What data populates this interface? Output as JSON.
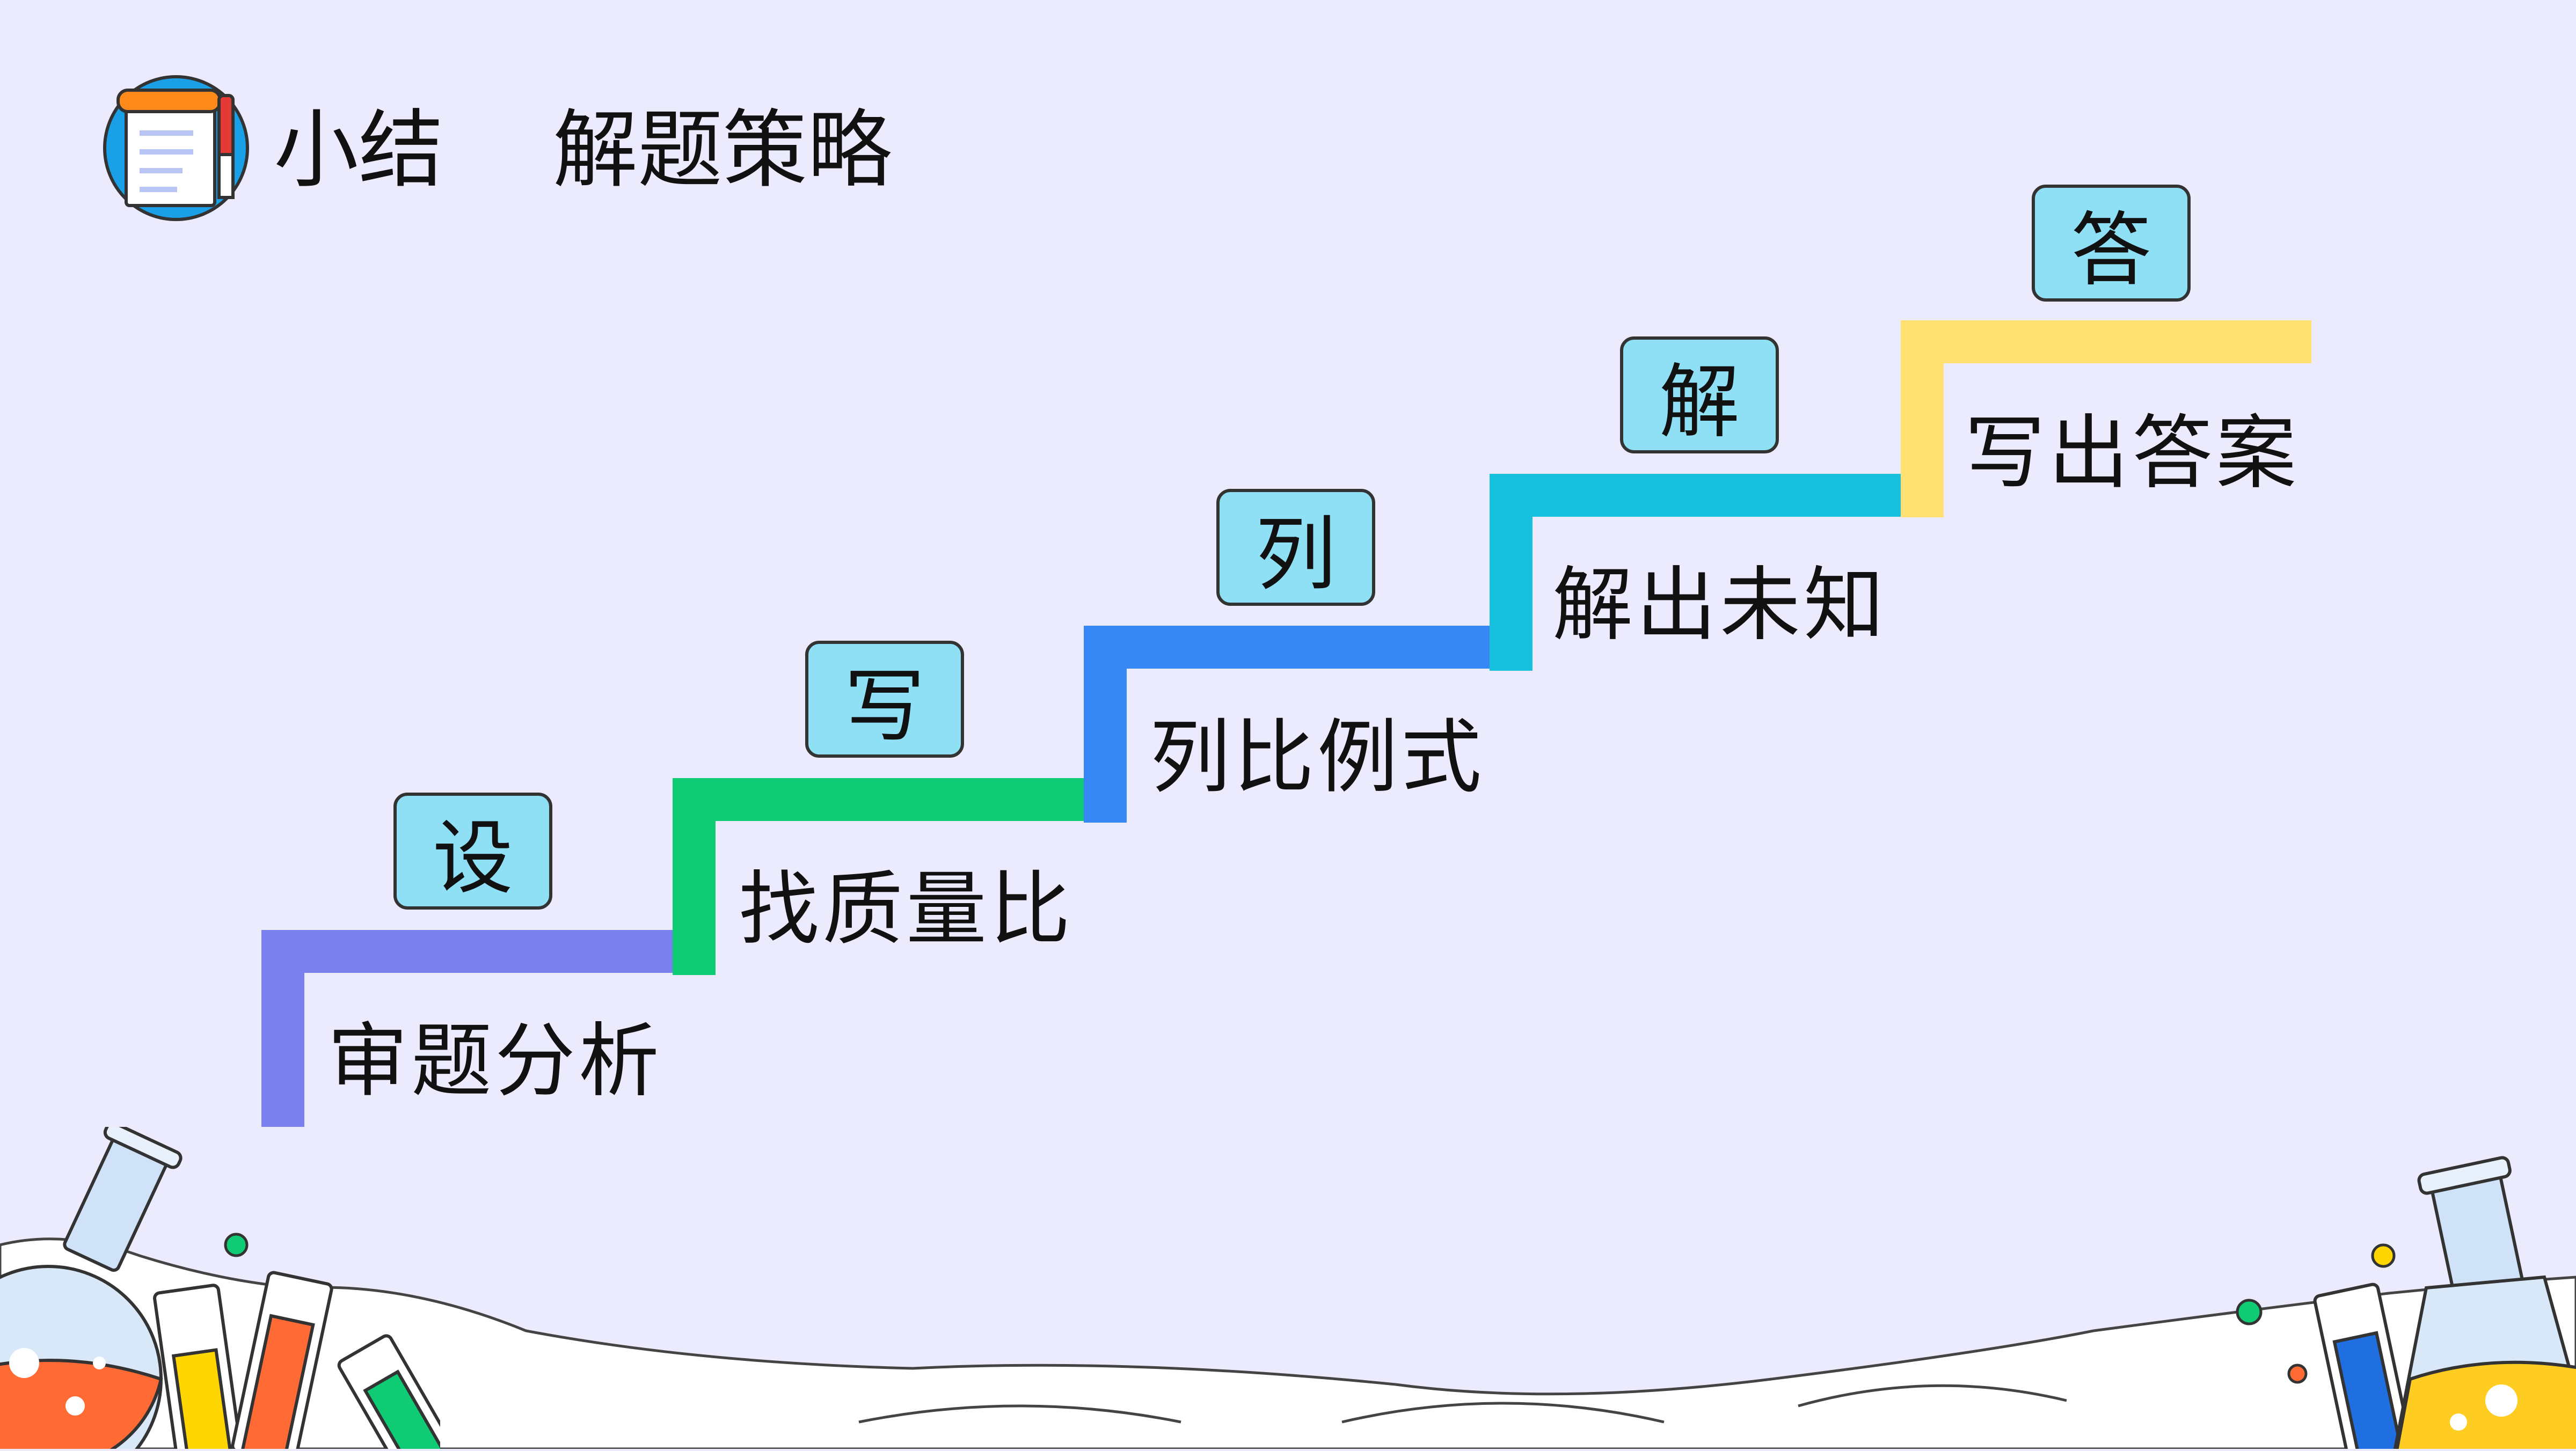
{
  "header": {
    "section": "小结",
    "title": "解题策略",
    "icon": "notepad-icon"
  },
  "steps": [
    {
      "key": "设",
      "text": "审题分析",
      "color": "#7b80ef"
    },
    {
      "key": "写",
      "text": "找质量比",
      "color": "#0fcc74"
    },
    {
      "key": "列",
      "text": "列比例式",
      "color": "#3787f5"
    },
    {
      "key": "解",
      "text": "解出未知",
      "color": "#18c0e0"
    },
    {
      "key": "答",
      "text": "写出答案",
      "color": "#ffe070"
    }
  ],
  "colors": {
    "background": "#ebebfd",
    "box_fill": "#8fe0f5",
    "box_border": "#333333"
  }
}
